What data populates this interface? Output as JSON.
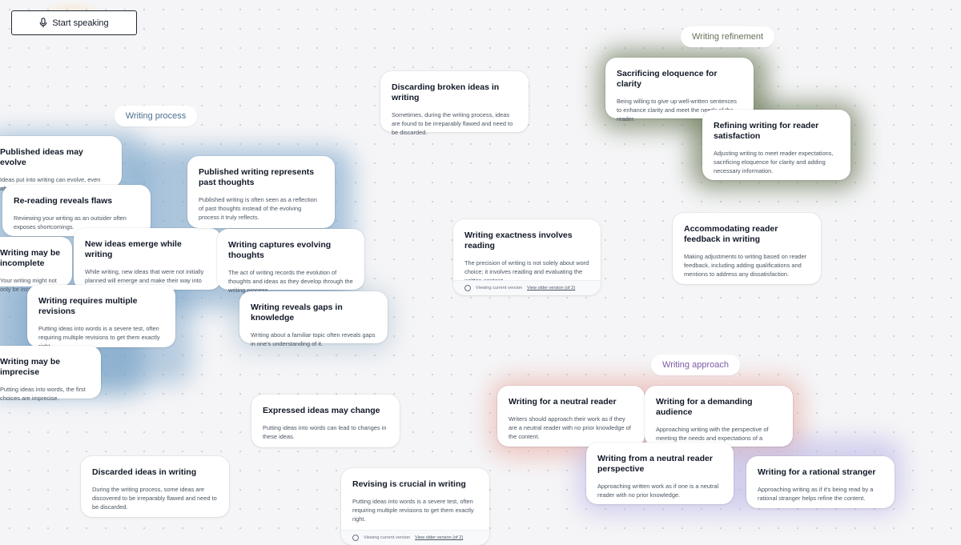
{
  "toolbar": {
    "speak_label": "Start speaking",
    "mic_icon": "microphone-icon"
  },
  "groups": {
    "process": "Writing process",
    "refinement": "Writing refinement",
    "approach": "Writing approach"
  },
  "colors": {
    "process": "#6d9cc4",
    "refinement": "#6f7d5c",
    "approach_warm": "#e7a49b",
    "approach_cool": "#b7b0e6"
  },
  "cards": {
    "published_evolve": {
      "title": "Published ideas may evolve",
      "body": "Ideas put into writing can evolve, even after they have been published."
    },
    "rereading": {
      "title": "Re-reading reveals flaws",
      "body": "Reviewing your writing as an outsider often exposes shortcomings."
    },
    "incomplete": {
      "title": "Writing may be incomplete",
      "body": "Your writing might not only be incomplete."
    },
    "new_ideas": {
      "title": "New ideas emerge while writing",
      "body": "While writing, new ideas that were not initially planned will emerge and make their way into the content."
    },
    "published_past": {
      "title": "Published writing represents past thoughts",
      "body": "Published writing is often seen as a reflection of past thoughts instead of the evolving process it truly reflects."
    },
    "captures": {
      "title": "Writing captures evolving thoughts",
      "body": "The act of writing records the evolution of thoughts and ideas as they develop through the writing process."
    },
    "revisions": {
      "title": "Writing requires multiple revisions",
      "body": "Putting ideas into words is a severe test, often requiring multiple revisions to get them exactly right."
    },
    "gaps": {
      "title": "Writing reveals gaps in knowledge",
      "body": "Writing about a familiar topic often reveals gaps in one's understanding of it."
    },
    "imprecise": {
      "title": "Writing may be imprecise",
      "body": "Putting ideas into words, the first choices are imprecise."
    },
    "discarding": {
      "title": "Discarding broken ideas in writing",
      "body": "Sometimes, during the writing process, ideas are found to be irreparably flawed and need to be discarded."
    },
    "exactness": {
      "title": "Writing exactness involves reading",
      "body": "The precision of writing is not solely about word choice; it involves reading and evaluating the written content.",
      "foot_current": "Viewing current version",
      "foot_older": "View older version (of 2)"
    },
    "expressed": {
      "title": "Expressed ideas may change",
      "body": "Putting ideas into words can lead to changes in these ideas."
    },
    "discarded": {
      "title": "Discarded ideas in writing",
      "body": "During the writing process, some ideas are discovered to be irreparably flawed and need to be discarded."
    },
    "revising": {
      "title": "Revising is crucial in writing",
      "body": "Putting ideas into words is a severe test, often requiring multiple revisions to get them exactly right.",
      "foot_current": "Viewing current version",
      "foot_older": "View older version (of 2)"
    },
    "eloquence": {
      "title": "Sacrificing eloquence for clarity",
      "body": "Being willing to give up well-written sentences to enhance clarity and meet the needs of the reader."
    },
    "refining": {
      "title": "Refining writing for reader satisfaction",
      "body": "Adjusting writing to meet reader expectations, sacrificing eloquence for clarity and adding necessary information."
    },
    "feedback": {
      "title": "Accommodating reader feedback in writing",
      "body": "Making adjustments to writing based on reader feedback, including adding qualifications and mentions to address any dissatisfaction."
    },
    "neutral": {
      "title": "Writing for a neutral reader",
      "body": "Writers should approach their work as if they are a neutral reader with no prior knowledge of the content."
    },
    "demanding": {
      "title": "Writing for a demanding audience",
      "body": "Approaching writing with the perspective of meeting the needs and expectations of a discerning reader."
    },
    "neutral_perspective": {
      "title": "Writing from a neutral reader perspective",
      "body": "Approaching written work as if one is a neutral reader with no prior knowledge."
    },
    "stranger": {
      "title": "Writing for a rational stranger",
      "body": "Approaching writing as if it's being read by a rational stranger helps refine the content."
    }
  }
}
